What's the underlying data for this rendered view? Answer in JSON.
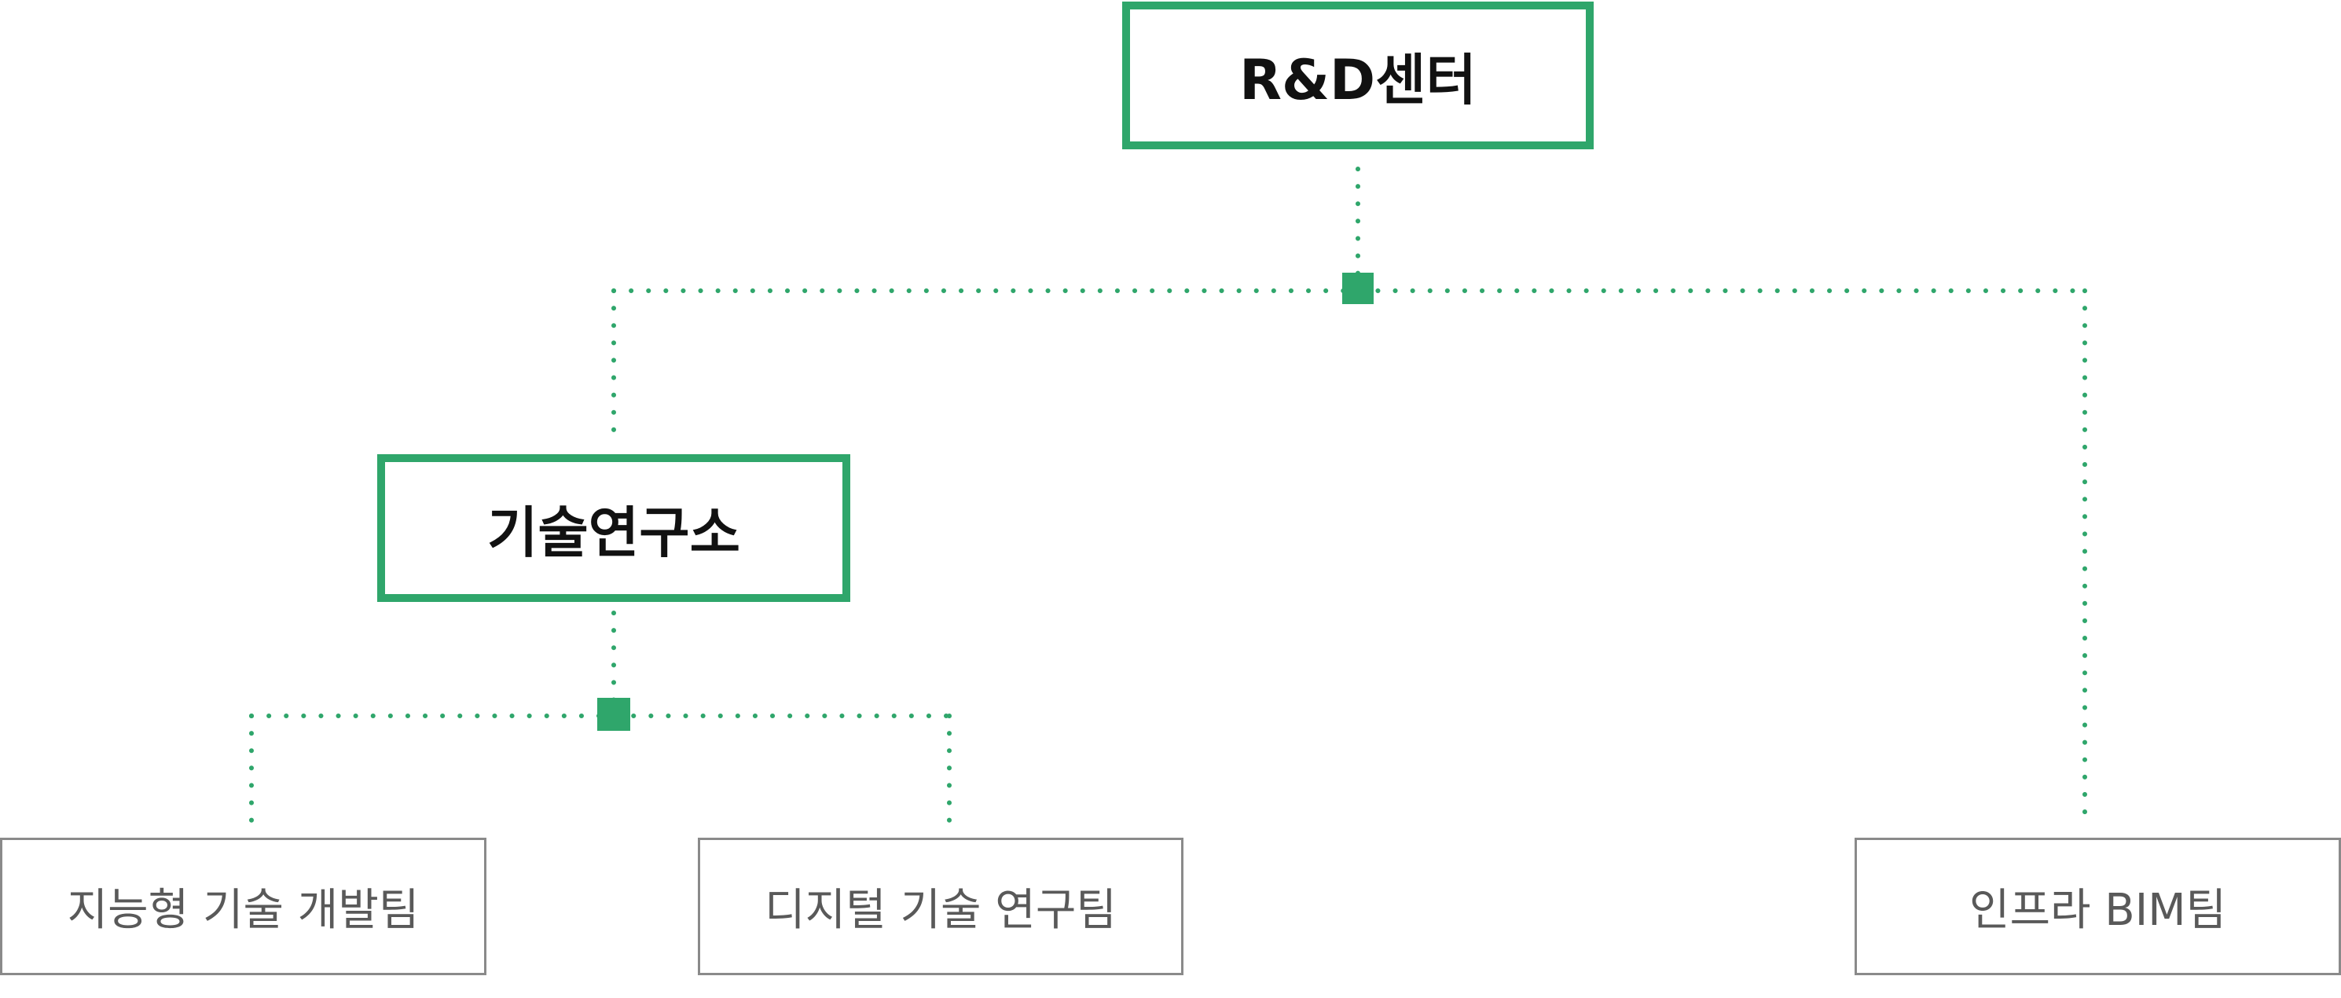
{
  "org_chart": {
    "root": {
      "label": "R&D센터",
      "children": [
        {
          "label": "기술연구소",
          "children": [
            {
              "label": "지능형 기술 개발팀"
            },
            {
              "label": "디지털 기술 연구팀"
            }
          ]
        },
        {
          "label": "인프라 BIM팀"
        }
      ]
    }
  },
  "colors": {
    "accent_green": "#2fa66b",
    "secondary_border": "#8a8a8a",
    "secondary_text": "#595959",
    "primary_text": "#111111"
  }
}
